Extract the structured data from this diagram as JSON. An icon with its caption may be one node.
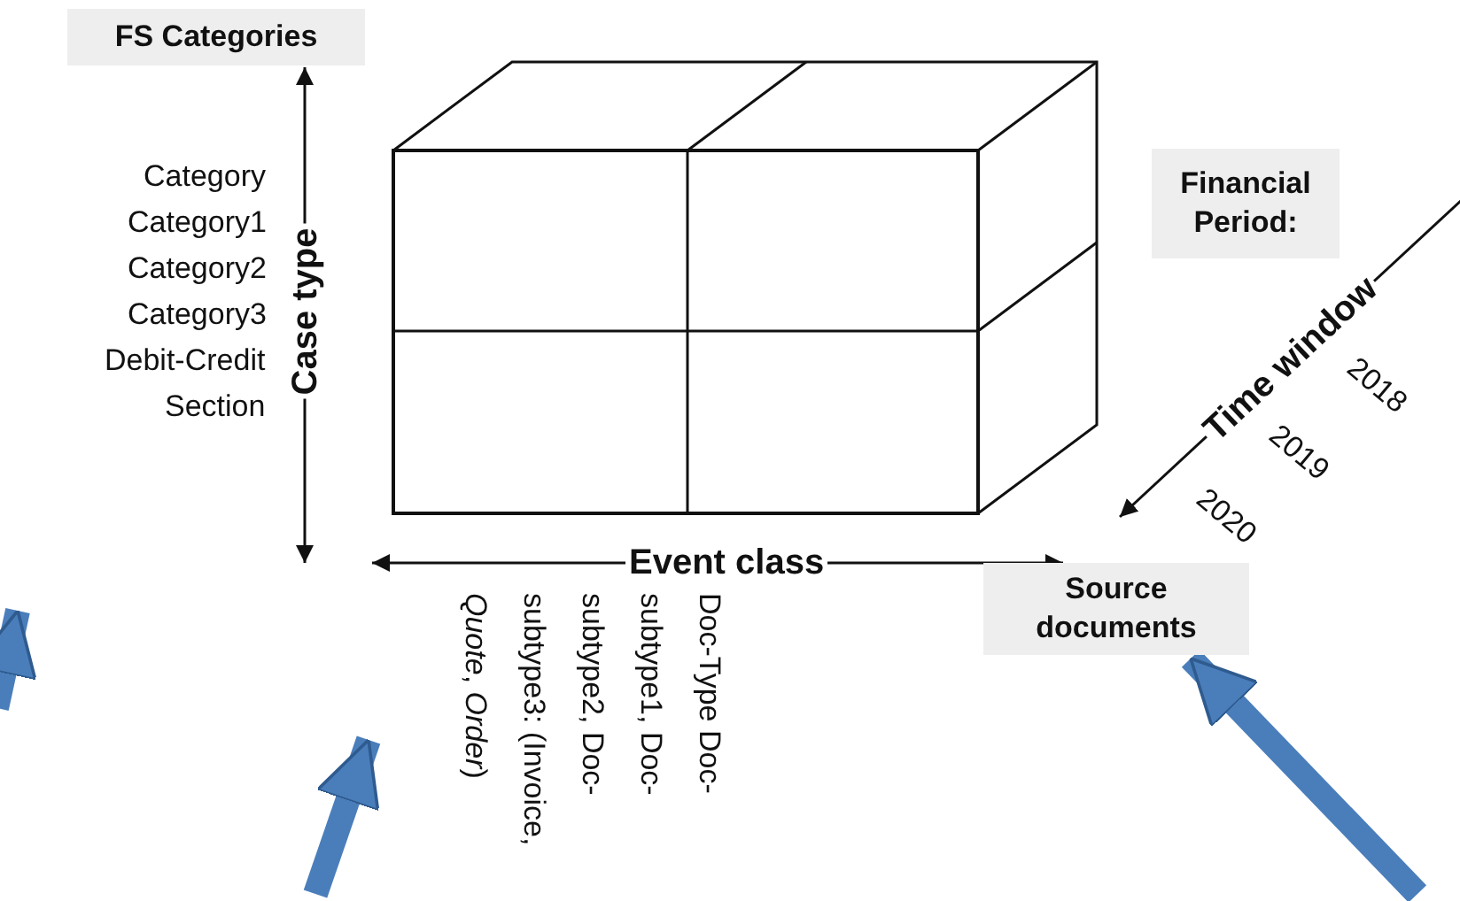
{
  "diagram": {
    "nodes": [
      {
        "text": [
          "FS Categories"
        ]
      },
      {
        "text": [
          "Financial Period:"
        ]
      },
      {
        "text": [
          "Source documents"
        ]
      }
    ],
    "edges": [
      {
        "from": null,
        "to": 2,
        "arrow": "to"
      }
    ],
    "labels": [
      "Category",
      "Category1",
      "Category2",
      "Category3",
      "Debit-Credit",
      "Section",
      "Case type",
      "Event class",
      "Doc-Type Doc-subtype1, Doc-subtype2, Doc-subtype3: (Invoice, *Quote*, *Order*)",
      "Time window",
      "2018",
      "2019",
      "2020"
    ]
  }
}
